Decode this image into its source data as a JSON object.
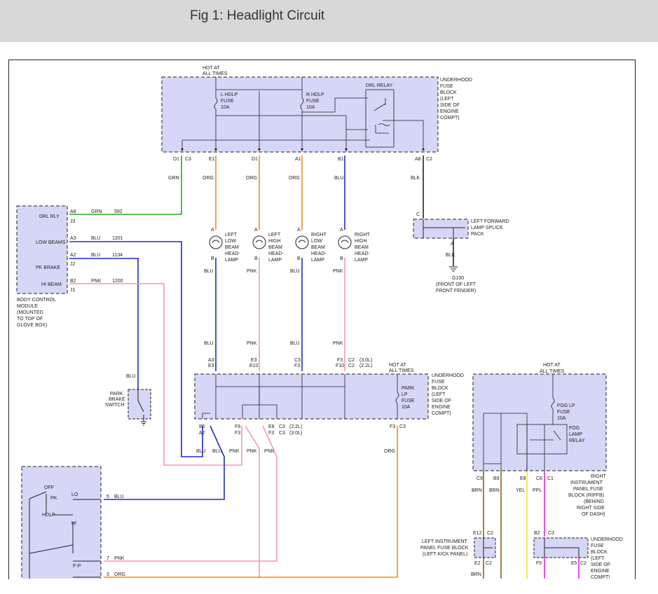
{
  "title": "Fig 1: Headlight Circuit",
  "hot_top": [
    "HOT AT",
    "ALL TIMES"
  ],
  "underhood_top": [
    "UNDERHOOD",
    "FUSE",
    "BLOCK",
    "(LEFT",
    "SIDE OF",
    "ENGINE",
    "COMPT)"
  ],
  "fuse_l_hdlp": [
    "L HDLP",
    "FUSE",
    "10A"
  ],
  "fuse_r_hdlp": [
    "R HDLP",
    "FUSE",
    "10A"
  ],
  "drl_relay": "DRL RELAY",
  "top_pins": [
    "D1",
    "C3",
    "E1",
    "D1",
    "A1",
    "B1",
    "A8",
    "C2"
  ],
  "wire_colors": {
    "grn": "GRN",
    "org": "ORG",
    "blu": "BLU",
    "blk": "BLK",
    "pnk": "PNK",
    "brn": "BRN",
    "yel": "YEL",
    "ppl": "PPL"
  },
  "bcm_labels": [
    "DRL RLY",
    "LOW BEAMS",
    "PK BRAKE",
    "HI BEAM"
  ],
  "bcm_pins": [
    "A8",
    "J3",
    "A3",
    "A2",
    "J2",
    "B2",
    "J1"
  ],
  "bcm_wires": [
    [
      "GRN",
      "592"
    ],
    [
      "BLU",
      "1201"
    ],
    [
      "BLU",
      "1134"
    ],
    [
      "PNK",
      "1200"
    ]
  ],
  "bcm_name": [
    "BODY CONTROL",
    "MODULE",
    "(MOUNTED",
    "TO TOP OF",
    "GLOVE BOX)"
  ],
  "lamps": [
    [
      "LEFT",
      "LOW",
      "BEAM",
      "HEAD-",
      "LAMP"
    ],
    [
      "LEFT",
      "HIGH",
      "BEAM",
      "HEAD-",
      "LAMP"
    ],
    [
      "RIGHT",
      "LOW",
      "BEAM",
      "HEAD-",
      "LAMP"
    ],
    [
      "RIGHT",
      "HIGH",
      "BEAM",
      "HEAD-",
      "LAMP"
    ]
  ],
  "lamp_pins": [
    "A",
    "B"
  ],
  "splice_label": [
    "LEFT FORWARD",
    "LAMP SPLICE",
    "PACK"
  ],
  "splice_pins": [
    "C",
    "A"
  ],
  "ground": [
    "G100",
    "(FRONT OF LEFT",
    "FRONT FENDER)"
  ],
  "mid_pins_top": [
    "A3",
    "E3",
    "E3",
    "E10",
    "C3",
    "F3",
    "F3",
    "F10",
    "C2",
    "C2",
    "(3.0L)",
    "(2.2L)"
  ],
  "hot_mid": [
    "HOT AT",
    "ALL TIMES"
  ],
  "park_fuse": [
    "PARK",
    "LP",
    "FUSE",
    "10A"
  ],
  "underhood_mid": [
    "UNDERHOOD",
    "FUSE",
    "BLOCK",
    "(LEFT",
    "SIDE OF",
    "ENGINE",
    "COMPT)"
  ],
  "mid_pins_bot": [
    "B5",
    "A2",
    "F8",
    "F3",
    "E8",
    "F3",
    "C3",
    "C3",
    "(2.2L)",
    "(3.0L)",
    "F3",
    "C3"
  ],
  "park_brake_switch": [
    "PARK",
    "BRAKE",
    "SWITCH"
  ],
  "headlamp_switch": {
    "labels": [
      "OFF",
      "PK",
      "LO",
      "HDLP",
      "HI",
      "F-P"
    ],
    "wires": [
      [
        "5",
        "BLU"
      ],
      [
        "7",
        "PNK"
      ],
      [
        "3",
        "ORG"
      ]
    ]
  },
  "hot_right": [
    "HOT AT",
    "ALL TIMES"
  ],
  "fog_fuse": [
    "FOG LP",
    "FUSE",
    "10A"
  ],
  "fog_relay": [
    "FOG",
    "LAMP",
    "RELAY"
  ],
  "ripfb": [
    "RIGHT",
    "INSTRUMENT",
    "PANEL FUSE",
    "BLOCK (RIPFB)",
    "(BEHIND",
    "RIGHT SIDE",
    "OF DASH)"
  ],
  "ripfb_pins": [
    "C9",
    "B9",
    "E8",
    "C8",
    "C1"
  ],
  "lipfb": [
    "LEFT INSTRUMENT",
    "PANEL FUSE BLOCK",
    "(LEFT KICK PANEL)"
  ],
  "lipfb_pins": [
    "E12",
    "C2",
    "E2",
    "C2"
  ],
  "uh_bot": [
    "UNDERHOOD",
    "FUSE",
    "BLOCK",
    "(LEFT",
    "SIDE OF",
    "ENGINE",
    "COMPT)"
  ],
  "uh_bot_pins": [
    "B2",
    "C3",
    "F5",
    "E5",
    "C2"
  ],
  "colors": {
    "blue_fill": "#d6d6f7",
    "green": "#2eaa22",
    "orange": "#f08c1e",
    "blue": "#1e2ad0",
    "pink": "#f29ab0",
    "brown": "#8a6418",
    "yellow": "#f0e626",
    "purple": "#e622e0",
    "black": "#222222"
  }
}
